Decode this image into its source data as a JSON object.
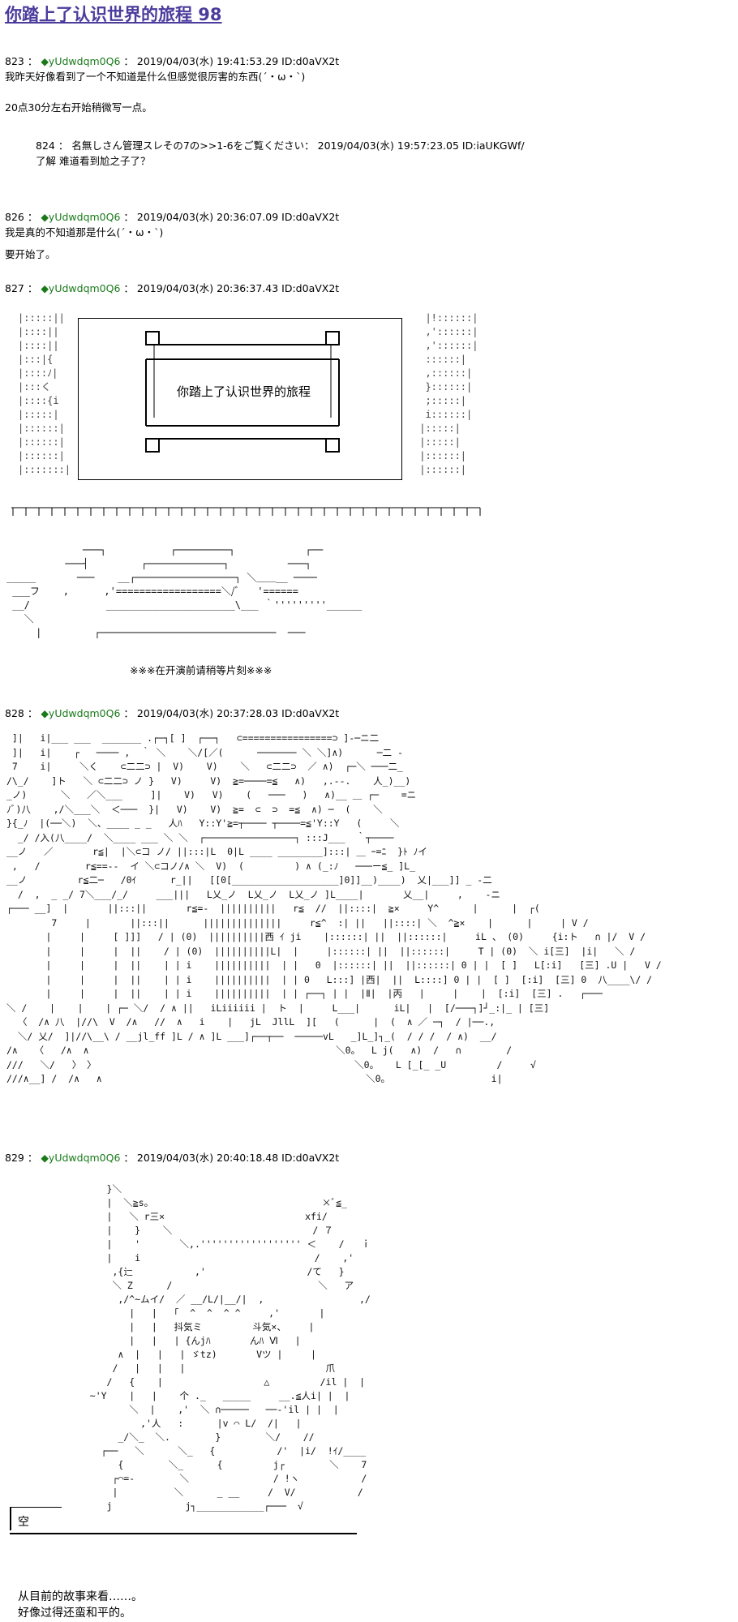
{
  "page": {
    "title": "你踏上了认识世界的旅程 98"
  },
  "posts": [
    {
      "number": "823",
      "name": "◆yUdwdqm0Q6",
      "date": "2019/04/03(水) 19:41:53.29",
      "id": "ID:d0aVX2t",
      "lines": [
        "我昨天好像看到了一个不知道是什么但感觉很厉害的东西(´・ω・`)",
        "",
        "20点30分左右开始稍微写一点。"
      ]
    },
    {
      "number": "824",
      "name": "名無しさん管理スレその7の>>1-6をご覧ください",
      "date": "2019/04/03(水) 19:57:23.05",
      "id": "ID:iaUKGWf/",
      "lines": [
        "了解  难道看到尬之子了？"
      ]
    },
    {
      "number": "826",
      "name": "◆yUdwdqm0Q6",
      "date": "2019/04/03(水) 20:36:07.09",
      "id": "ID:d0aVX2t",
      "lines": [
        "我是真的不知道那是什么(´・ω・`)",
        "",
        "要开始了。"
      ]
    },
    {
      "number": "827",
      "name": "◆yUdwdqm0Q6",
      "date": "2019/04/03(水) 20:36:37.43",
      "id": "ID:d0aVX2t",
      "lines": []
    },
    {
      "number": "828",
      "name": "◆yUdwdqm0Q6",
      "date": "2019/04/03(水) 20:37:28.03",
      "id": "ID:d0aVX2t",
      "lines": []
    },
    {
      "number": "829",
      "name": "◆yUdwdqm0Q6",
      "date": "2019/04/03(水) 20:40:18.48",
      "id": "ID:d0aVX2t",
      "lines": []
    }
  ],
  "aa_827": {
    "inner_title": "你踏上了认识世界的旅程",
    "notice": "※※※在开演前请稍等片刻※※※"
  },
  "aa_829": {
    "speaker": "空",
    "narration": [
      "从目前的故事来看……。",
      "好像过得还蛮和平的。"
    ]
  }
}
